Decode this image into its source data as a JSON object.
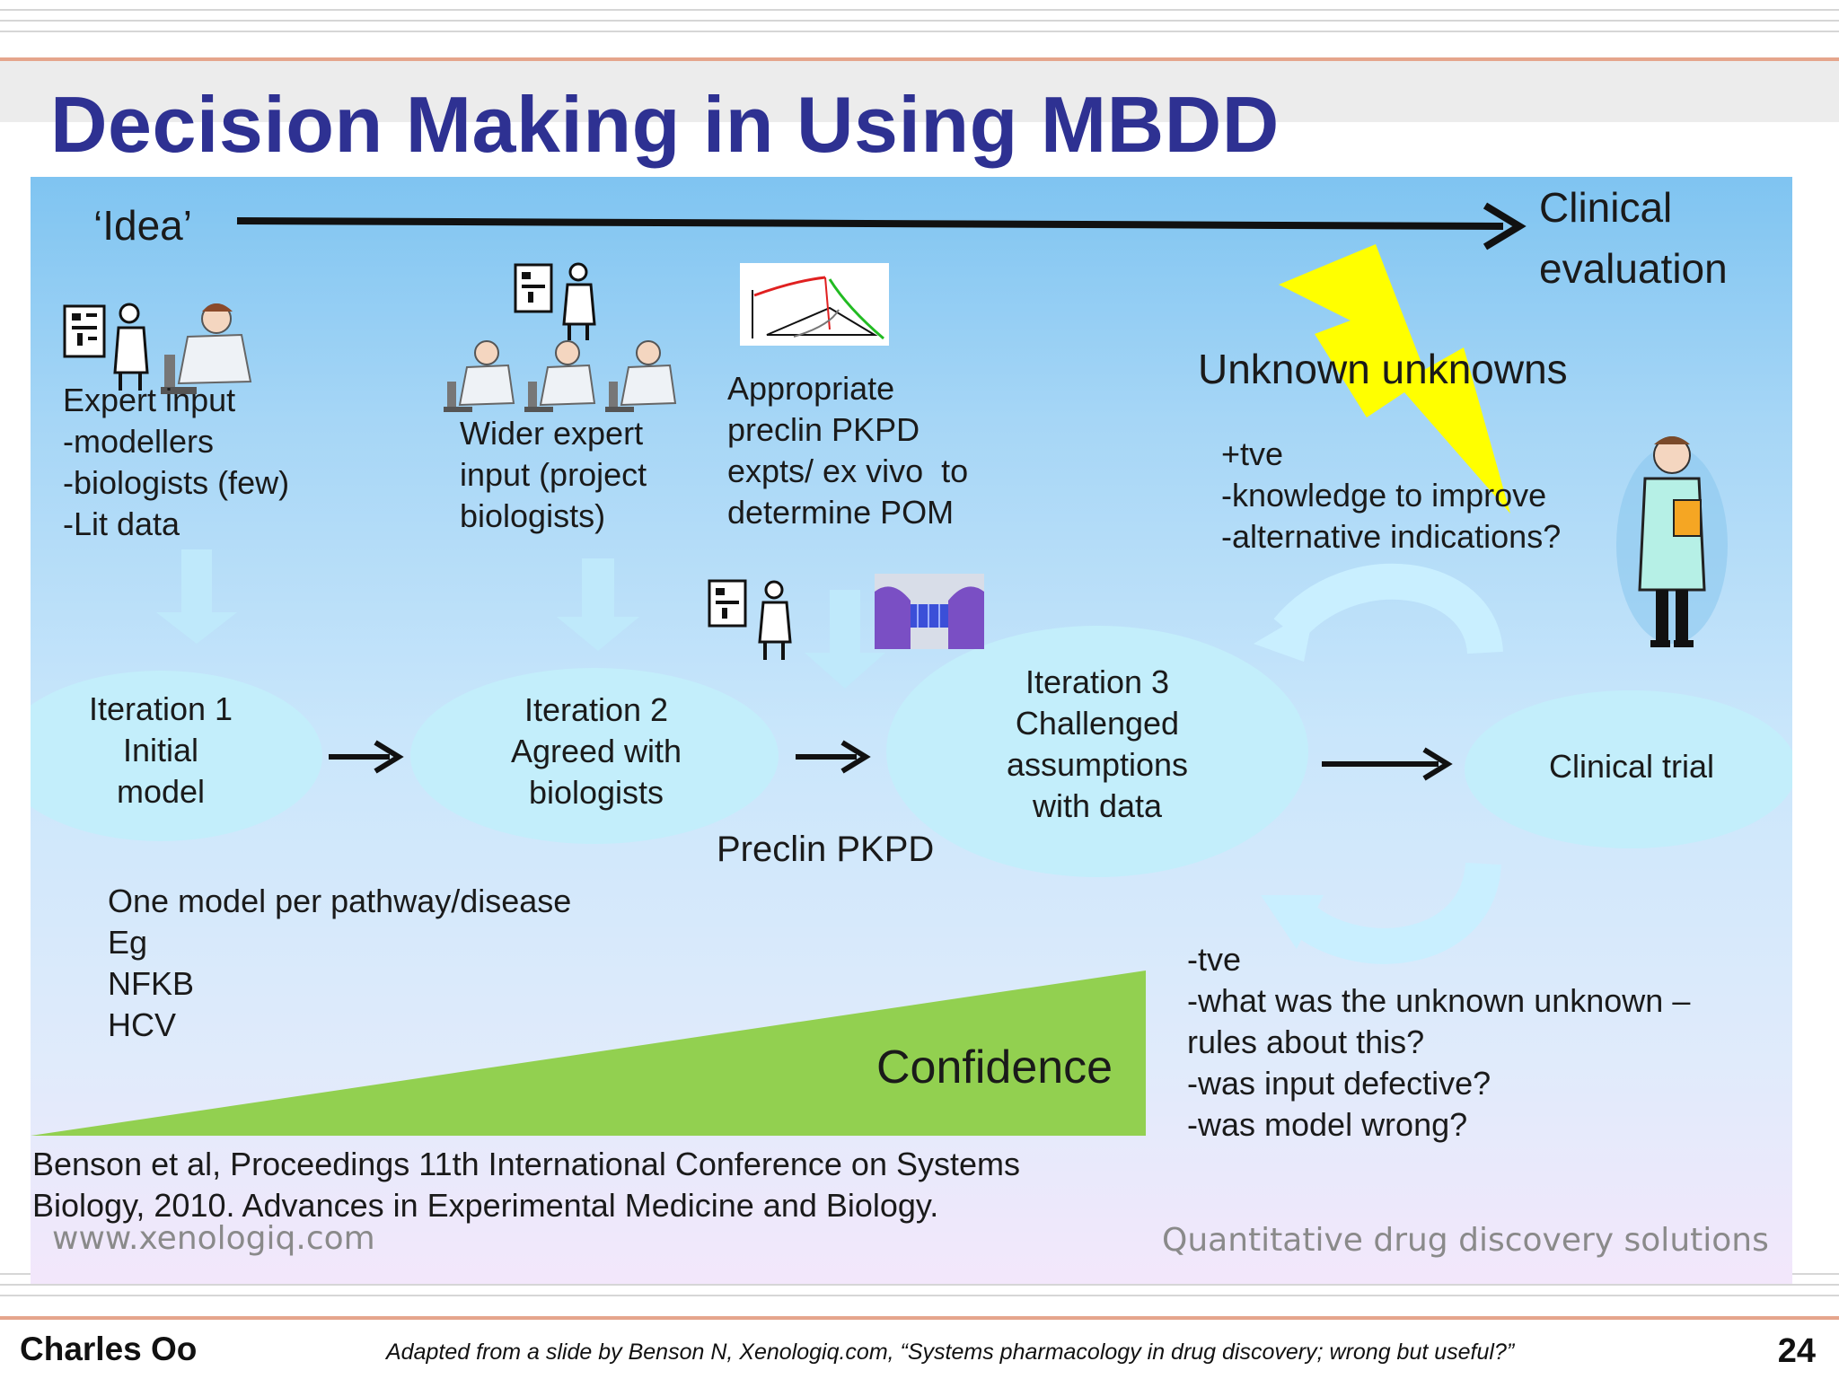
{
  "title": "Decision Making in Using MBDD",
  "top_arrow": {
    "start_label": "‘Idea’",
    "end_label": "Clinical\nevaluation"
  },
  "inputs": {
    "expert": "Expert input\n-modellers\n-biologists (few)\n-Lit data",
    "wider": "Wider expert\ninput (project\nbiologists)",
    "preclin": "Appropriate\npreclin PKPD\nexpts/ ex vivo  to\ndetermine POM"
  },
  "unknowns": {
    "heading": "Unknown unknowns",
    "positive": "+tve\n-knowledge to improve\n-alternative indications?",
    "negative": "-tve\n-what was the unknown unknown –\nrules about this?\n-was input defective?\n-was model wrong?"
  },
  "stages": [
    {
      "label": "Iteration 1\nInitial\nmodel"
    },
    {
      "label": "Iteration 2\nAgreed with\nbiologists"
    },
    {
      "label": "Iteration 3\nChallenged\nassumptions\nwith data"
    },
    {
      "label": "Clinical trial"
    }
  ],
  "preclin_label": "Preclin PKPD",
  "examples": "One model per pathway/disease\nEg\nNFKB\nHCV",
  "confidence_label": "Confidence",
  "citation": "Benson et al, Proceedings 11th International Conference on Systems\nBiology, 2010. Advances in Experimental Medicine and Biology.",
  "website": "www.xenologiq.com",
  "tagline": "Quantitative drug discovery solutions",
  "footer": {
    "author": "Charles Oo",
    "credit": "Adapted from a slide by Benson N, Xenologiq.com, “Systems pharmacology in drug discovery; wrong but useful?”",
    "page_number": "24"
  },
  "colors": {
    "title": "#2e3192",
    "ellipse": "#c3eefb",
    "input_arrow": "#bfe9fb",
    "confidence_wedge": "#92d050",
    "lightning": "#ffff00"
  },
  "icons": [
    "computer-scientist-icon",
    "microscope-scientist-icon",
    "pkpd-graph-icon",
    "gloved-hands-chip-icon",
    "clinician-clipboard-icon",
    "lightning-bolt-icon"
  ]
}
